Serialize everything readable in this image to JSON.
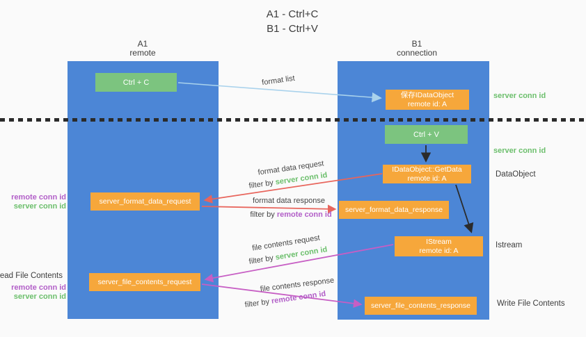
{
  "title": {
    "line1": "A1 - Ctrl+C",
    "line2": "B1 - Ctrl+V"
  },
  "lanes": {
    "left": {
      "name": "A1",
      "role": "remote"
    },
    "right": {
      "name": "B1",
      "role": "connection"
    }
  },
  "nodes": {
    "ctrl_c": "Ctrl + C",
    "ctrl_v": "Ctrl + V",
    "save_idataobject": {
      "line1": "保存IDataObject",
      "line2": "remote id: A"
    },
    "getdata": {
      "line1": "IDataObject::GetData",
      "line2": "remote id: A"
    },
    "istream": {
      "line1": "IStream",
      "line2": "remote id: A"
    },
    "format_request": "server_format_data_request",
    "format_response": "server_format_data_response",
    "file_request": "server_file_contents_request",
    "file_response": "server_file_contents_response"
  },
  "flows": {
    "format_list": "format list",
    "format_data_request": "format data request",
    "format_data_response": "format data response",
    "file_contents_request": "file contents request",
    "file_contents_response": "file contents response",
    "filter_by": "filter by ",
    "server_conn_id": "server conn id",
    "remote_conn_id": "remote conn id"
  },
  "side_labels": {
    "right_server_conn_id_top": "server conn id",
    "right_server_conn_id_mid": "server conn id",
    "data_object": "DataObject",
    "istream": "Istream",
    "write_file_contents": "Write File Contents",
    "left_remote_conn_id_top": "remote conn id",
    "left_server_conn_id_top": "server conn id",
    "read_file_contents": "Read File Contents",
    "left_remote_conn_id_bottom": "remote conn id",
    "left_server_conn_id_bottom": "server conn id"
  },
  "colors": {
    "lane_blue": "#4c86d6",
    "node_orange": "#f6a73b",
    "node_green": "#7cc47f",
    "green_text": "#6cbf6c",
    "purple_text": "#b25fc8",
    "arrow_red": "#e8655c",
    "arrow_magenta": "#c75ec4",
    "arrow_blue": "#a9d2ec",
    "arrow_black": "#2b2b2b",
    "background": "#fafafa"
  }
}
